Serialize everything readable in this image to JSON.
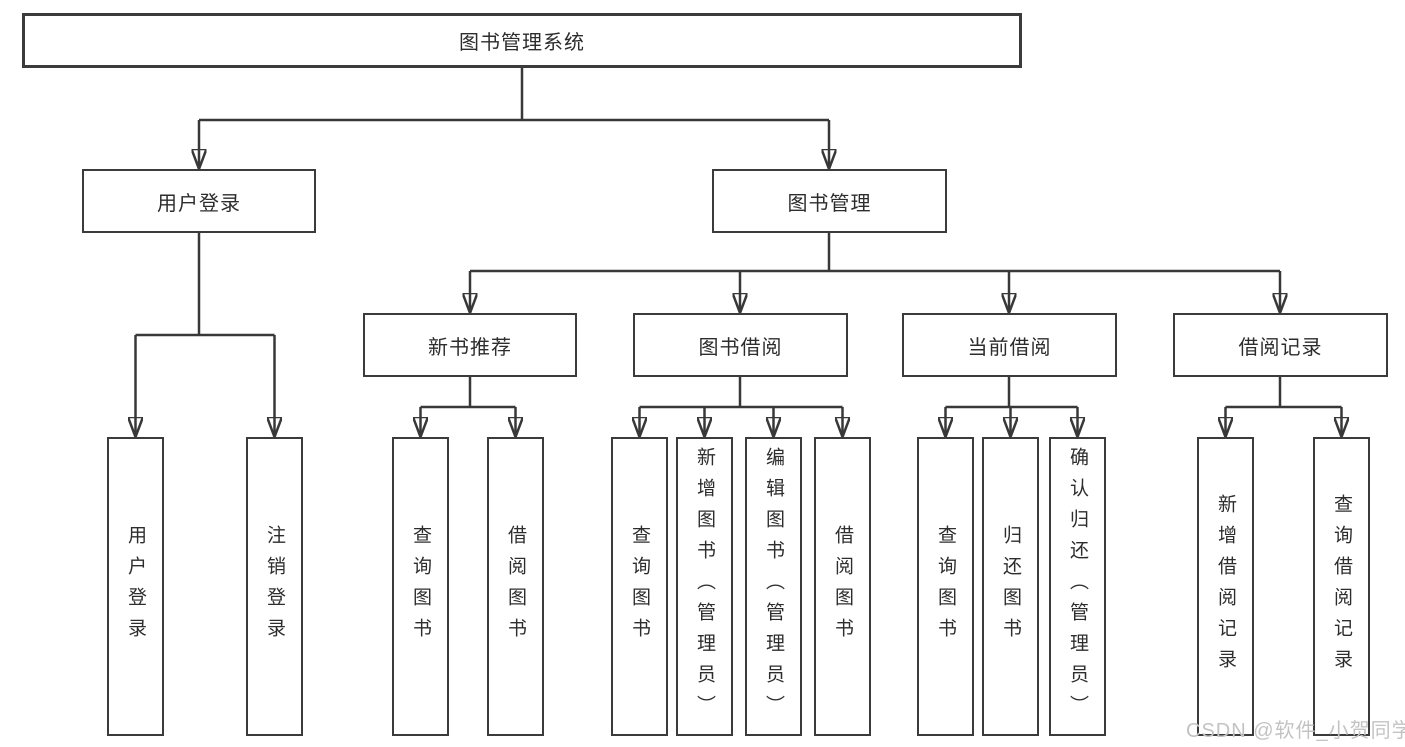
{
  "diagram": {
    "type": "hierarchy-tree",
    "orientation": "top-down",
    "colors": {
      "background": "#ffffff",
      "box_border": "#3b3b3b",
      "connector_line": "#383838",
      "text": "#2d2d2d",
      "watermark": "#c3c3c3"
    }
  },
  "tree": {
    "root": {
      "label": "图书管理系统",
      "children": [
        {
          "label": "用户登录",
          "children": [
            {
              "label": "用户登录"
            },
            {
              "label": "注销登录"
            }
          ]
        },
        {
          "label": "图书管理",
          "children": [
            {
              "label": "新书推荐",
              "children": [
                {
                  "label": "查询图书"
                },
                {
                  "label": "借阅图书"
                }
              ]
            },
            {
              "label": "图书借阅",
              "children": [
                {
                  "label": "查询图书"
                },
                {
                  "label": "新增图书（管理员）"
                },
                {
                  "label": "编辑图书（管理员）"
                },
                {
                  "label": "借阅图书"
                }
              ]
            },
            {
              "label": "当前借阅",
              "children": [
                {
                  "label": "查询图书"
                },
                {
                  "label": "归还图书"
                },
                {
                  "label": "确认归还（管理员）"
                }
              ]
            },
            {
              "label": "借阅记录",
              "children": [
                {
                  "label": "新增借阅记录"
                },
                {
                  "label": "查询借阅记录"
                }
              ]
            }
          ]
        }
      ]
    }
  },
  "watermark": {
    "text": "CSDN @软件_小贺同学"
  }
}
